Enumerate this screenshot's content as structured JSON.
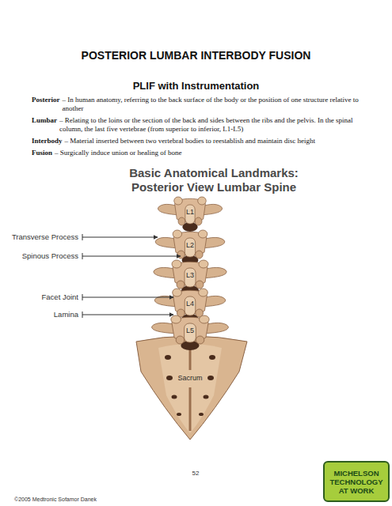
{
  "diagram": {
    "title": "POSTERIOR LUMBAR INTERBODY FUSION",
    "nodes": [
      {
        "text": [
          "MICHELSON TECHNOLOGY AT WORK"
        ]
      }
    ],
    "labels": [
      "PLIF with Instrumentation",
      "Posterior",
      "– In human anatomy, referring to the back surface of the body or the position of one structure relative to another",
      "Lumbar",
      "– Relating to the loins or the section of the back and sides between the ribs and the pelvis. In the spinal column, the last five vertebrae (from superior to inferior, L1-L5)",
      "Interbody",
      "– Material inserted between two vertebral bodies to reestablish and maintain disc height",
      "Fusion",
      "– Surgically induce union or healing of bone",
      "Basic Anatomical Landmarks: Posterior View Lumbar Spine",
      "Transverse Process",
      "Spinous Process",
      "Facet Joint",
      "Lamina",
      "L1",
      "L2",
      "L3",
      "L4",
      "L5",
      "Sacrum",
      "52",
      "©2005 Medtronic Sofamor Danek"
    ]
  }
}
